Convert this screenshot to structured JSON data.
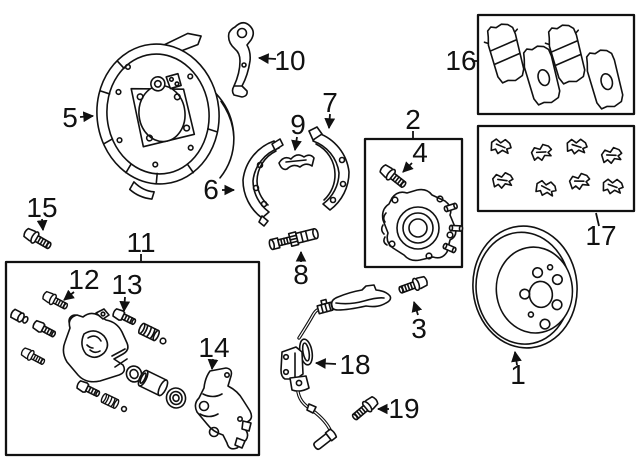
{
  "diagram": {
    "background_color": "#ffffff",
    "line_color": "#111111",
    "callouts": {
      "c1": {
        "label": "1"
      },
      "c2": {
        "label": "2"
      },
      "c3": {
        "label": "3"
      },
      "c4": {
        "label": "4"
      },
      "c5": {
        "label": "5"
      },
      "c6": {
        "label": "6"
      },
      "c7": {
        "label": "7"
      },
      "c8": {
        "label": "8"
      },
      "c9": {
        "label": "9"
      },
      "c10": {
        "label": "10"
      },
      "c11": {
        "label": "11"
      },
      "c12": {
        "label": "12"
      },
      "c13": {
        "label": "13"
      },
      "c14": {
        "label": "14"
      },
      "c15": {
        "label": "15"
      },
      "c16": {
        "label": "16"
      },
      "c17": {
        "label": "17"
      },
      "c18": {
        "label": "18"
      },
      "c19": {
        "label": "19"
      }
    }
  }
}
